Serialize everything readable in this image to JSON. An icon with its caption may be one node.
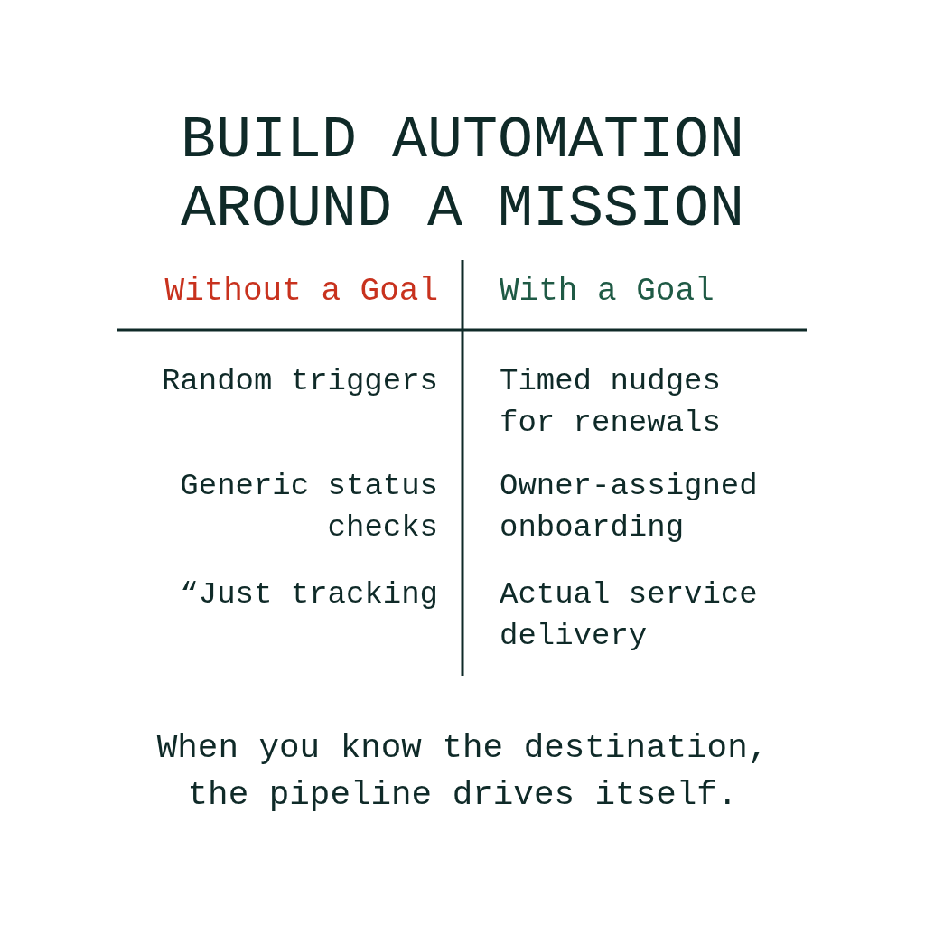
{
  "diagram": {
    "title": "BUILD AUTOMATION AROUND A MISSION",
    "caption": "When you know the destination, the pipeline drives itself.",
    "labels": [
      "Without a Goal",
      "With a Goal",
      "Random triggers",
      "Timed nudges for renewals",
      "Generic status checks",
      "Owner-assigned onboarding",
      "“Just tracking",
      "Actual service delivery"
    ]
  }
}
